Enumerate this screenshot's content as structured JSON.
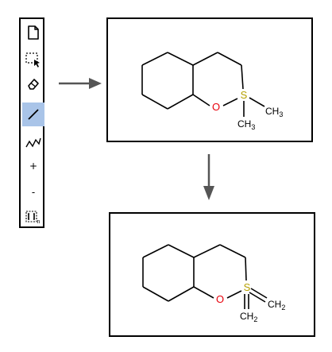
{
  "toolbar": {
    "tools": [
      {
        "id": "new-document",
        "icon": "new-document-icon"
      },
      {
        "id": "select",
        "icon": "selection-icon"
      },
      {
        "id": "erase",
        "icon": "eraser-icon"
      },
      {
        "id": "single-bond",
        "icon": "bond-icon",
        "active": true
      },
      {
        "id": "chain",
        "icon": "chain-icon"
      },
      {
        "id": "charge-plus",
        "icon": "charge-plus-icon",
        "label": "+"
      },
      {
        "id": "charge-minus",
        "icon": "charge-minus-icon",
        "label": "-"
      },
      {
        "id": "sgroup",
        "icon": "sgroup-bracket-icon"
      }
    ],
    "active_color": "#a9c4e8"
  },
  "before": {
    "atoms": {
      "oxygen": "O",
      "sulfur": "S",
      "methyl_right": {
        "main": "CH",
        "sub": "3"
      },
      "methyl_bottom": {
        "main": "CH",
        "sub": "3"
      }
    }
  },
  "after": {
    "atoms": {
      "oxygen": "O",
      "sulfur": "S",
      "methylene_right": {
        "main": "CH",
        "sub": "2"
      },
      "methylene_bottom": {
        "main": "CH",
        "sub": "2"
      }
    }
  },
  "colors": {
    "oxygen": "#e8000b",
    "sulfur": "#b5a000",
    "bond": "#000000",
    "arrow": "#555555"
  }
}
